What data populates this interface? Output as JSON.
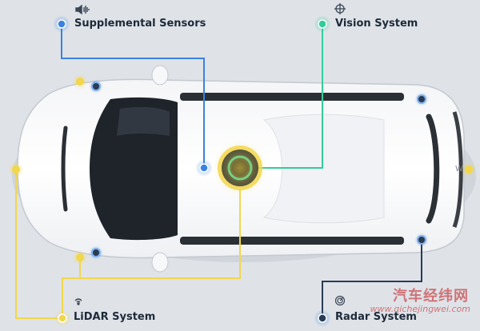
{
  "labels": {
    "supplemental": "Supplemental Sensors",
    "vision": "Vision System",
    "lidar": "LiDAR System",
    "radar": "Radar System"
  },
  "icons": {
    "supplemental": "speaker-wave-icon",
    "vision": "crosshair-icon",
    "lidar": "signal-arc-icon",
    "radar": "radar-sweep-icon"
  },
  "colors": {
    "supplemental": "#3a82e0",
    "vision": "#33cc99",
    "lidar": "#f2d64b",
    "radar": "#2a3b55"
  },
  "watermark": {
    "cn": "汽车经纬网",
    "url": "www.qichejingwei.com"
  }
}
